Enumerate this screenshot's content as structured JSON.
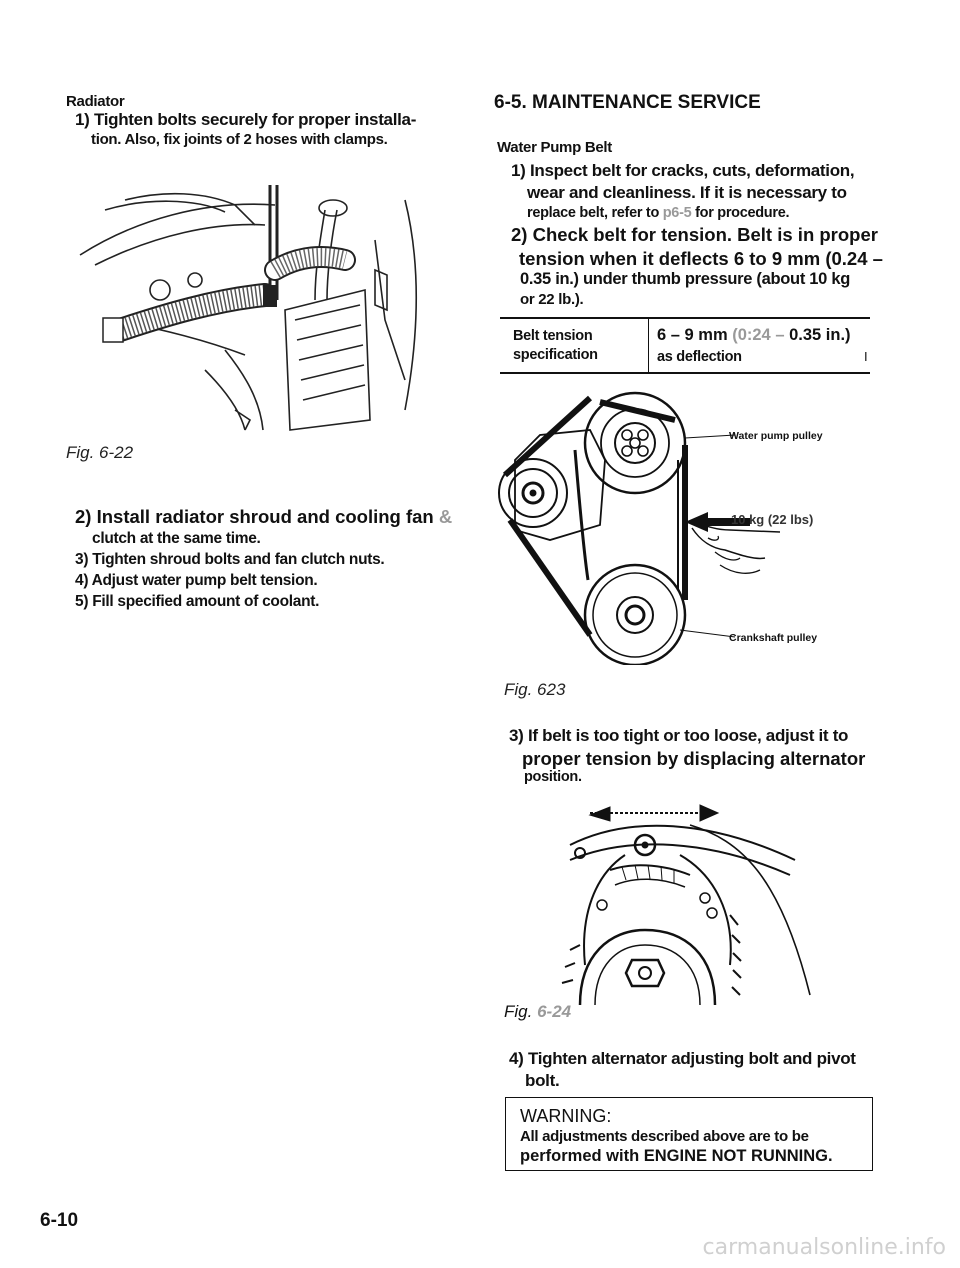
{
  "left": {
    "radiator_heading": "Radiator",
    "step1_line1": "1) Tighten bolts securely for proper installa-",
    "step1_line2": "tion. Also, fix joints of 2 hoses with clamps.",
    "fig_22": "Fig. 6-22",
    "step2_line1": "2) Install radiator shroud and cooling fan",
    "step2_amp": "&",
    "step2_line2": "clutch at the same time.",
    "step3": "3) Tighten shroud bolts and fan clutch nuts.",
    "step4": "4) Adjust water pump belt tension.",
    "step5": "5) Fill specified amount of coolant."
  },
  "right": {
    "section_title": "6-5. MAINTENANCE SERVICE",
    "subheading": "Water Pump Belt",
    "s1_line1": "1) Inspect belt for cracks, cuts, deformation,",
    "s1_line2": "wear and cleanliness. If it is necessary to",
    "s1_line3_a": "replace belt, refer to",
    "s1_line3_ref": "p6-5",
    "s1_line3_b": "for procedure.",
    "s2_line1": "2) Check belt for tension. Belt is in proper",
    "s2_line2": "tension when it deflects 6 to 9 mm (0.24 –",
    "s2_line3": "0.35 in.) under thumb pressure (about 10 kg",
    "s2_line4": "or 22 lb.).",
    "spec_label_1": "Belt tension",
    "spec_label_2": "specification",
    "spec_value_a": "6 – 9 mm",
    "spec_value_gray": "(0:24 –",
    "spec_value_b": "0.35 in.)",
    "spec_value_2": "as deflection",
    "spec_mark": "I",
    "water_pump_pulley": "Water pump pulley",
    "force_label": "10 kg (22 lbs)",
    "crankshaft_pulley": "Crankshaft pulley",
    "fig_23": "Fig. 623",
    "s3_line1": "3) If belt is too tight or too loose, adjust it to",
    "s3_line2": "proper tension by displacing alternator",
    "s3_line3": "position.",
    "fig_24_a": "Fig.",
    "fig_24_b": "6-24",
    "s4_line1": "4) Tighten alternator adjusting bolt and pivot",
    "s4_line2": "bolt.",
    "warning_title": "WARNING:",
    "warning_line1": "All adjustments described above are to be",
    "warning_line2": "performed with ENGINE NOT RUNNING."
  },
  "page_number": "6-10",
  "watermark": "carmanualsonline.info"
}
